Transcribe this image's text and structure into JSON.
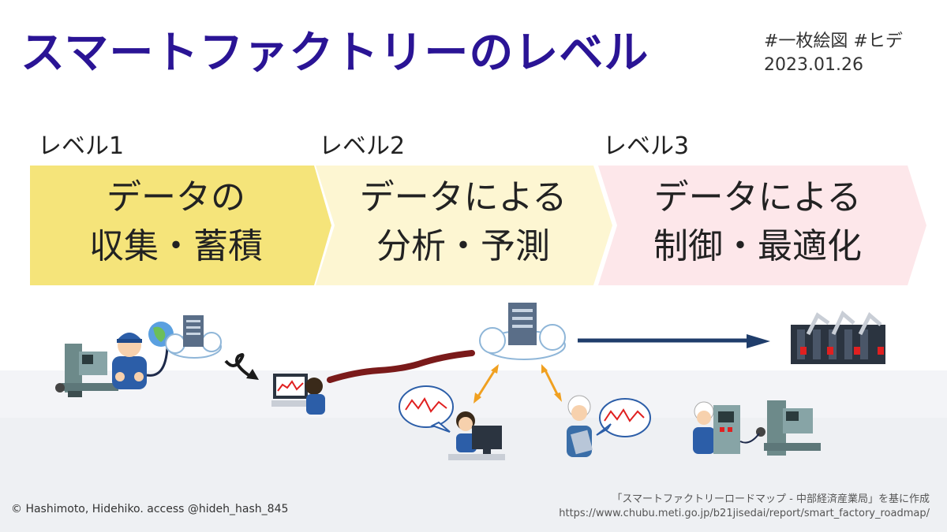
{
  "title": "スマートファクトリーのレベル",
  "tags": {
    "line1": "#一枚絵図 #ヒデ",
    "line2": "2023.01.26"
  },
  "levels": [
    {
      "label": "レベル1",
      "line1": "データの",
      "line2": "収集・蓄積",
      "fill": "#f5e47a"
    },
    {
      "label": "レベル2",
      "line1": "データによる",
      "line2": "分析・予測",
      "fill": "#fdf6d2"
    },
    {
      "label": "レベル3",
      "line1": "データによる",
      "line2": "制御・最適化",
      "fill": "#fde7ea"
    }
  ],
  "colors": {
    "title": "#2a1495",
    "arrow_dark": "#7a1a1a",
    "arrow_navy": "#1f3d6b",
    "sync_arrow": "#f0a020"
  },
  "icons": [
    "milling-machine-icon",
    "worker-icon",
    "globe-icon",
    "cloud-server-icon",
    "monitor-worker-icon",
    "robot-line-icon",
    "tablet-worker-icon"
  ],
  "footer": {
    "credit": "© Hashimoto, Hidehiko.  access @hideh_hash_845",
    "source_line1": "「スマートファクトリーロードマップ - 中部経済産業局」を基に作成",
    "source_line2": "https://www.chubu.meti.go.jp/b21jisedai/report/smart_factory_roadmap/"
  }
}
